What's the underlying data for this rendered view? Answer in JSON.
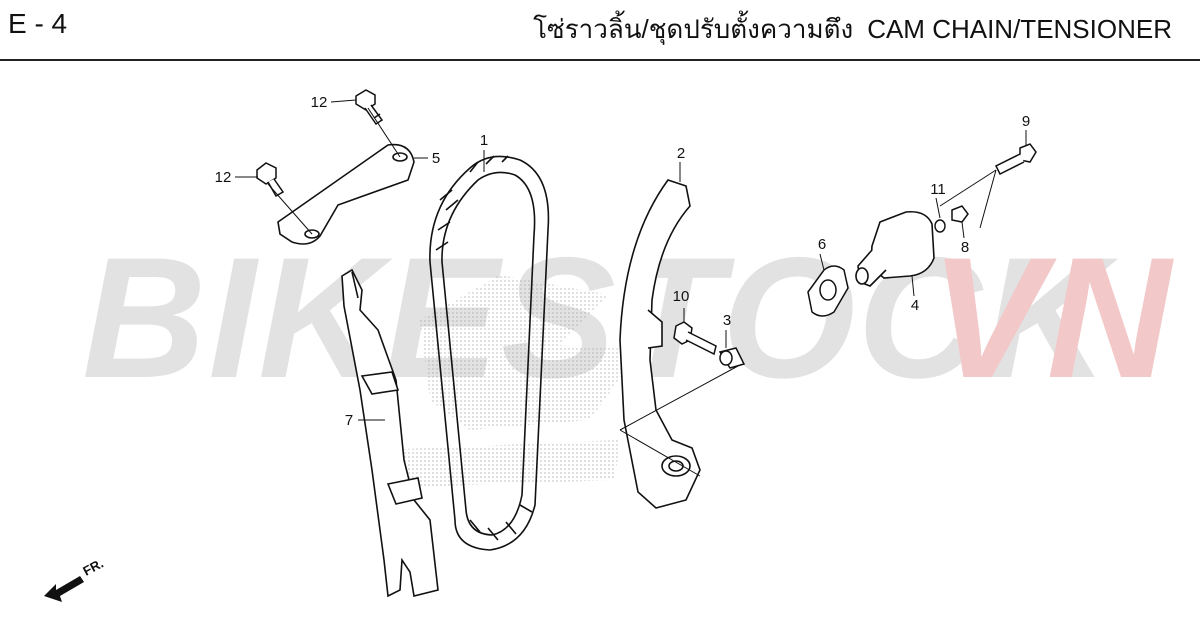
{
  "header": {
    "code": "E - 4",
    "title_th": "โซ่ราวลิ้น/ชุดปรับตั้งความตึง",
    "title_en": "CAM CHAIN/TENSIONER"
  },
  "watermark": {
    "part1": "BIKESTOCK",
    "part2": "VN",
    "color_gray": "#e2e2e2",
    "color_red": "#f2c8c8"
  },
  "parts": [
    {
      "id": "1",
      "label": "1"
    },
    {
      "id": "2",
      "label": "2"
    },
    {
      "id": "3",
      "label": "3"
    },
    {
      "id": "4",
      "label": "4"
    },
    {
      "id": "5",
      "label": "5"
    },
    {
      "id": "6",
      "label": "6"
    },
    {
      "id": "7",
      "label": "7"
    },
    {
      "id": "8",
      "label": "8"
    },
    {
      "id": "9",
      "label": "9"
    },
    {
      "id": "10",
      "label": "10"
    },
    {
      "id": "11",
      "label": "11"
    },
    {
      "id": "12a",
      "label": "12"
    },
    {
      "id": "12b",
      "label": "12"
    }
  ],
  "direction": {
    "label": "FR.",
    "icon": "arrow-front-icon"
  }
}
